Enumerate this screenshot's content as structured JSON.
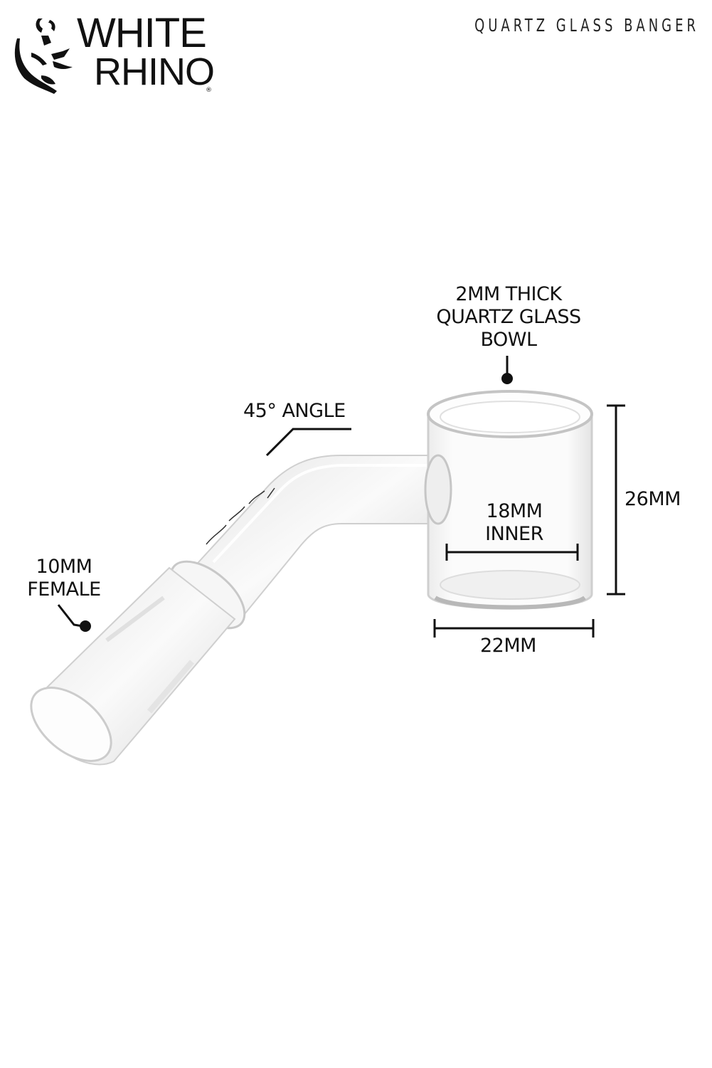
{
  "brand": {
    "line1": "WHITE",
    "line2": "RHINO",
    "registered_mark": "®",
    "logo_icon": "rhino-head-icon"
  },
  "product": {
    "title": "QUARTZ GLASS BANGER"
  },
  "callouts": {
    "bowl": {
      "line1": "2MM THICK",
      "line2": "QUARTZ GLASS",
      "line3": "BOWL"
    },
    "angle": {
      "text": "45° ANGLE"
    },
    "joint": {
      "line1": "10MM",
      "line2": "FEMALE"
    },
    "inner_diameter": {
      "line1": "18MM",
      "line2": "INNER"
    },
    "height": {
      "text": "26MM"
    },
    "outer_diameter": {
      "text": "22MM"
    }
  },
  "colors": {
    "ink": "#111111",
    "background": "#ffffff",
    "glass_edge": "#c8c8c8",
    "glass_fill": "#f4f4f4"
  }
}
